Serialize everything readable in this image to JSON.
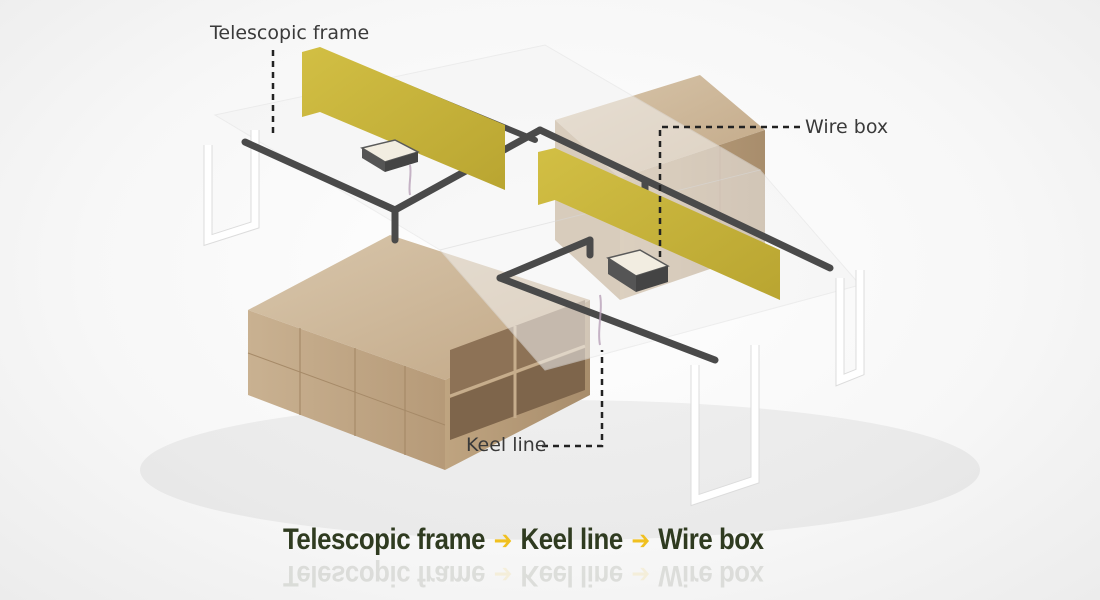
{
  "callouts": {
    "telescopic_frame": "Telescopic frame",
    "wire_box": "Wire box",
    "keel_line": "Keel line"
  },
  "flow": {
    "step1": "Telescopic frame",
    "step2": "Keel line",
    "step3": "Wire box",
    "arrow": "➔"
  },
  "colors": {
    "title_text": "#2f3b20",
    "arrow": "#f0c020",
    "screen_panel": "#c9b43a",
    "wood": "#cdb79a",
    "frame_metal": "#4a4a4a"
  }
}
